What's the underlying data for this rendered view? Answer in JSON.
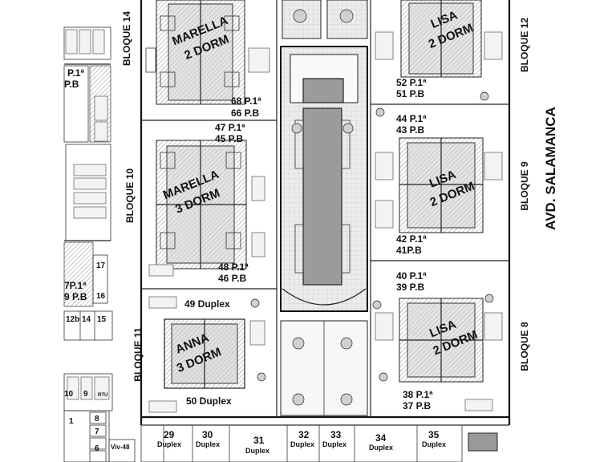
{
  "avenue": "AVD. SALAMANCA",
  "blocks": [
    {
      "id": "b14",
      "name": "BLOQUE 14"
    },
    {
      "id": "b10",
      "name": "BLOQUE 10"
    },
    {
      "id": "b11",
      "name": "BLOQUE 11"
    },
    {
      "id": "b12",
      "name": "BLOQUE 12"
    },
    {
      "id": "b9",
      "name": "BLOQUE 9"
    },
    {
      "id": "b8",
      "name": "BLOQUE 8"
    }
  ],
  "types": [
    {
      "id": "t1",
      "line1": "MARELLA",
      "line2": "2 DORM"
    },
    {
      "id": "t2",
      "line1": "MARELLA",
      "line2": "3 DORM"
    },
    {
      "id": "t3",
      "line1": "ANNA",
      "line2": "3 DORM"
    },
    {
      "id": "t4",
      "line1": "LISA",
      "line2": "2 DORM"
    },
    {
      "id": "t5",
      "line1": "LISA",
      "line2": "2 DORM"
    },
    {
      "id": "t6",
      "line1": "LISA",
      "line2": "2 DORM"
    }
  ],
  "units": [
    {
      "id": "u1",
      "line1": "68 P.1ª",
      "line2": "66 P.B"
    },
    {
      "id": "u2",
      "line1": "47 P.1ª",
      "line2": "45 P.B"
    },
    {
      "id": "u3",
      "line1": "48 P.1ª",
      "line2": "46 P.B"
    },
    {
      "id": "u4",
      "line1": "52 P.1ª",
      "line2": "51 P.B"
    },
    {
      "id": "u5",
      "line1": "44 P.1ª",
      "line2": "43 P.B"
    },
    {
      "id": "u6",
      "line1": "42 P.1ª",
      "line2": "41P.B"
    },
    {
      "id": "u7",
      "line1": "40 P.1ª",
      "line2": "39 P.B"
    },
    {
      "id": "u8",
      "line1": "38 P.1ª",
      "line2": "37 P.B"
    },
    {
      "id": "u9",
      "line1": "P.1ª",
      "line2": "P.B"
    },
    {
      "id": "u10",
      "line1": "7P.1ª",
      "line2": "9 P.B"
    }
  ],
  "duplex": [
    {
      "id": "d49",
      "text": "49 Duplex"
    },
    {
      "id": "d50",
      "text": "50 Duplex"
    }
  ],
  "bottom_units": [
    {
      "id": "x29",
      "num": "29",
      "word": "Duplex"
    },
    {
      "id": "x30",
      "num": "30",
      "word": "Duplex"
    },
    {
      "id": "x31",
      "num": "31",
      "word": "Duplex"
    },
    {
      "id": "x32",
      "num": "32",
      "word": "Duplex"
    },
    {
      "id": "x33",
      "num": "33",
      "word": "Duplex"
    },
    {
      "id": "x34",
      "num": "34",
      "word": "Duplex"
    },
    {
      "id": "x35",
      "num": "35",
      "word": "Duplex"
    }
  ],
  "small_numbers": [
    {
      "id": "s17",
      "text": "17"
    },
    {
      "id": "s16",
      "text": "16"
    },
    {
      "id": "s12b",
      "text": "12b"
    },
    {
      "id": "s14",
      "text": "14"
    },
    {
      "id": "s15",
      "text": "15"
    },
    {
      "id": "s10",
      "text": "10"
    },
    {
      "id": "s9",
      "text": "9"
    },
    {
      "id": "s8",
      "text": "8"
    },
    {
      "id": "s7",
      "text": "7"
    },
    {
      "id": "s6",
      "text": "6"
    },
    {
      "id": "s1",
      "text": "1"
    }
  ],
  "viv_labels": [
    {
      "id": "v48",
      "text": "Viv-48"
    }
  ],
  "misc": [
    {
      "id": "rtu",
      "text": "RTU"
    }
  ]
}
